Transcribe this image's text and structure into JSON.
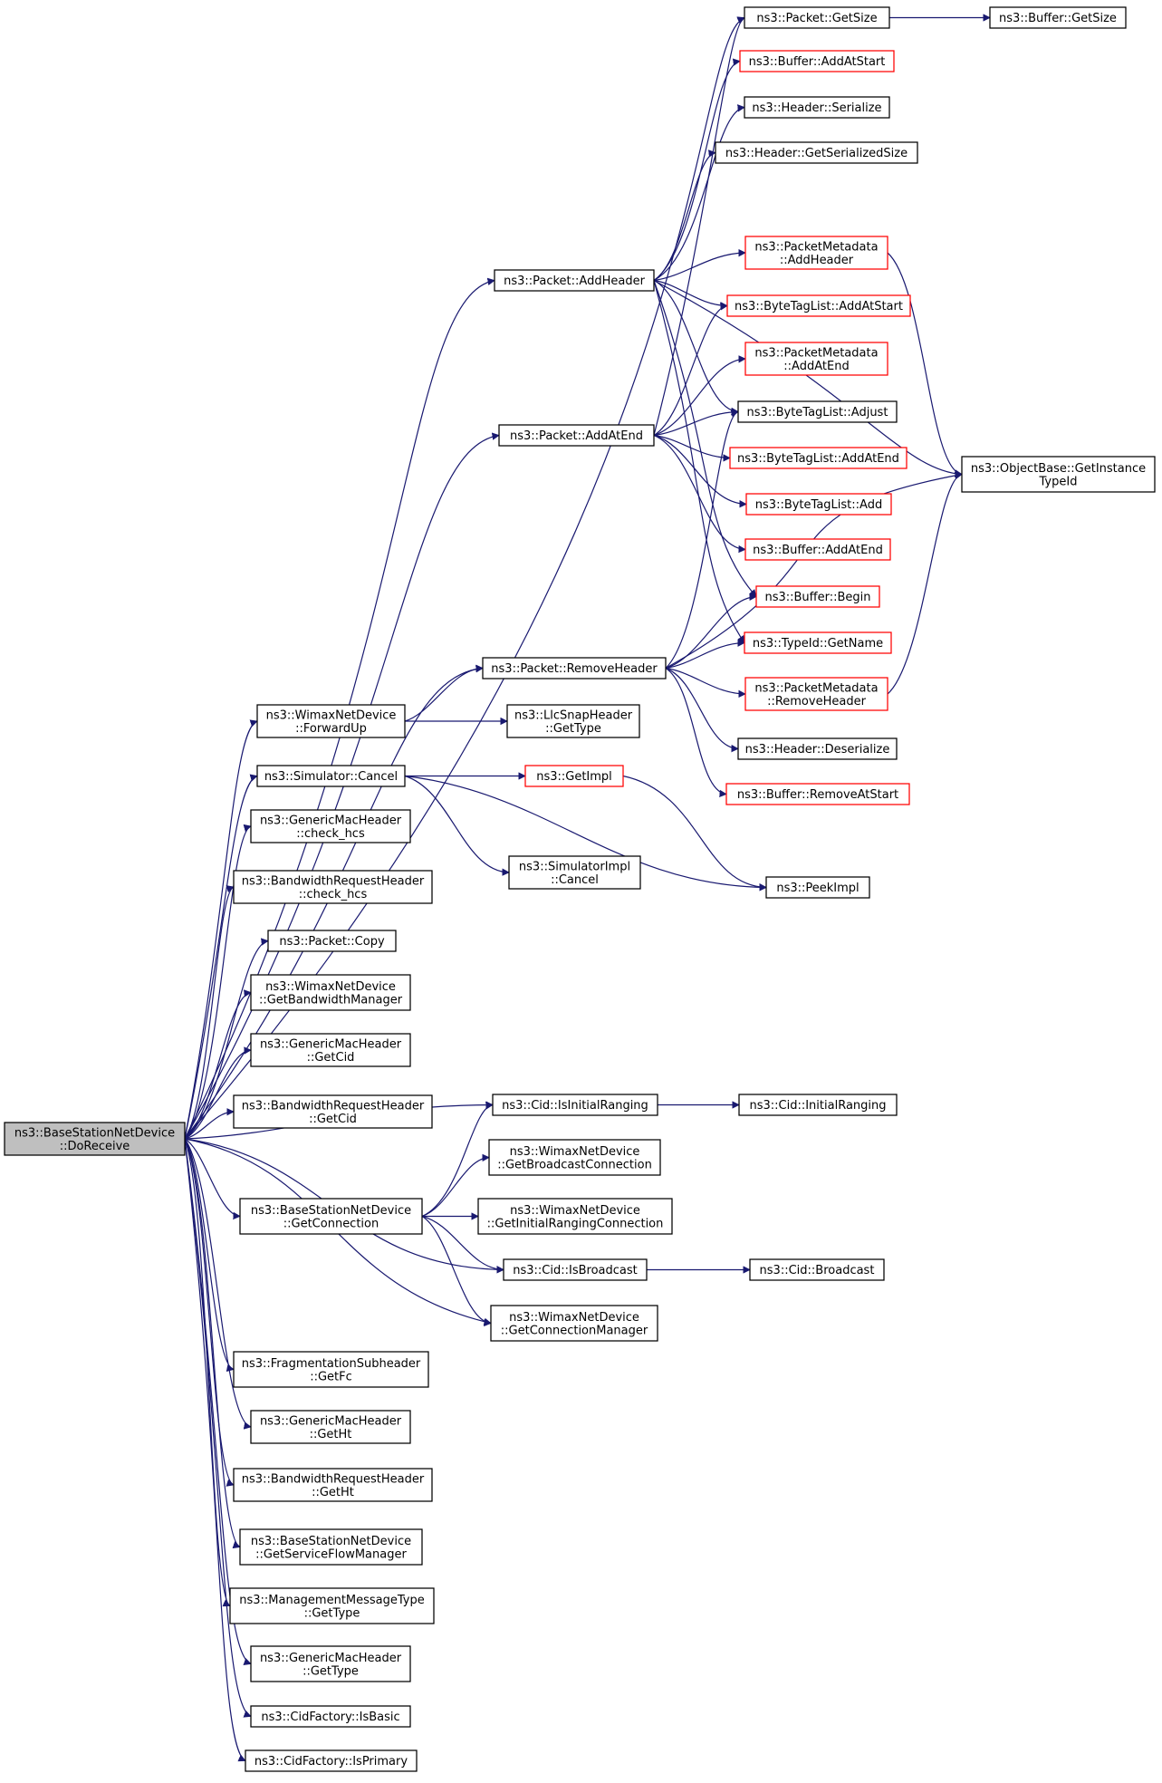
{
  "nodes": [
    {
      "id": "root",
      "lines": [
        "ns3::BaseStationNetDevice",
        "::DoReceive"
      ],
      "style": "root"
    },
    {
      "id": "packet_getsize",
      "lines": [
        "ns3::Packet::GetSize"
      ],
      "style": "black"
    },
    {
      "id": "buffer_getsize",
      "lines": [
        "ns3::Buffer::GetSize"
      ],
      "style": "black"
    },
    {
      "id": "buffer_addatstart",
      "lines": [
        "ns3::Buffer::AddAtStart"
      ],
      "style": "red"
    },
    {
      "id": "header_serialize",
      "lines": [
        "ns3::Header::Serialize"
      ],
      "style": "black"
    },
    {
      "id": "header_getserializedsize",
      "lines": [
        "ns3::Header::GetSerializedSize"
      ],
      "style": "black"
    },
    {
      "id": "pm_addheader",
      "lines": [
        "ns3::PacketMetadata",
        "::AddHeader"
      ],
      "style": "red"
    },
    {
      "id": "packet_addheader",
      "lines": [
        "ns3::Packet::AddHeader"
      ],
      "style": "black"
    },
    {
      "id": "btl_addatstart",
      "lines": [
        "ns3::ByteTagList::AddAtStart"
      ],
      "style": "red"
    },
    {
      "id": "pm_addatend",
      "lines": [
        "ns3::PacketMetadata",
        "::AddAtEnd"
      ],
      "style": "red"
    },
    {
      "id": "btl_adjust",
      "lines": [
        "ns3::ByteTagList::Adjust"
      ],
      "style": "black"
    },
    {
      "id": "packet_addatend",
      "lines": [
        "ns3::Packet::AddAtEnd"
      ],
      "style": "black"
    },
    {
      "id": "btl_addatend",
      "lines": [
        "ns3::ByteTagList::AddAtEnd"
      ],
      "style": "red"
    },
    {
      "id": "objectbase_git",
      "lines": [
        "ns3::ObjectBase::GetInstance",
        "TypeId"
      ],
      "style": "black"
    },
    {
      "id": "btl_add",
      "lines": [
        "ns3::ByteTagList::Add"
      ],
      "style": "red"
    },
    {
      "id": "buffer_addatend",
      "lines": [
        "ns3::Buffer::AddAtEnd"
      ],
      "style": "red"
    },
    {
      "id": "buffer_begin",
      "lines": [
        "ns3::Buffer::Begin"
      ],
      "style": "red"
    },
    {
      "id": "typeid_getname",
      "lines": [
        "ns3::TypeId::GetName"
      ],
      "style": "red"
    },
    {
      "id": "packet_removeheader",
      "lines": [
        "ns3::Packet::RemoveHeader"
      ],
      "style": "black"
    },
    {
      "id": "pm_removeheader",
      "lines": [
        "ns3::PacketMetadata",
        "::RemoveHeader"
      ],
      "style": "red"
    },
    {
      "id": "wnd_forwardup",
      "lines": [
        "ns3::WimaxNetDevice",
        "::ForwardUp"
      ],
      "style": "black"
    },
    {
      "id": "llcsnap_gettype",
      "lines": [
        "ns3::LlcSnapHeader",
        "::GetType"
      ],
      "style": "black"
    },
    {
      "id": "header_deserialize",
      "lines": [
        "ns3::Header::Deserialize"
      ],
      "style": "black"
    },
    {
      "id": "simulator_cancel",
      "lines": [
        "ns3::Simulator::Cancel"
      ],
      "style": "black"
    },
    {
      "id": "getimpl",
      "lines": [
        "ns3::GetImpl"
      ],
      "style": "red"
    },
    {
      "id": "buffer_removeatstart",
      "lines": [
        "ns3::Buffer::RemoveAtStart"
      ],
      "style": "red"
    },
    {
      "id": "gmh_check_hcs",
      "lines": [
        "ns3::GenericMacHeader",
        "::check_hcs"
      ],
      "style": "black"
    },
    {
      "id": "simimpl_cancel",
      "lines": [
        "ns3::SimulatorImpl",
        "::Cancel"
      ],
      "style": "black"
    },
    {
      "id": "peekimpl",
      "lines": [
        "ns3::PeekImpl"
      ],
      "style": "black"
    },
    {
      "id": "brh_check_hcs",
      "lines": [
        "ns3::BandwidthRequestHeader",
        "::check_hcs"
      ],
      "style": "black"
    },
    {
      "id": "packet_copy",
      "lines": [
        "ns3::Packet::Copy"
      ],
      "style": "black"
    },
    {
      "id": "wnd_getbwmgr",
      "lines": [
        "ns3::WimaxNetDevice",
        "::GetBandwidthManager"
      ],
      "style": "black"
    },
    {
      "id": "gmh_getcid",
      "lines": [
        "ns3::GenericMacHeader",
        "::GetCid"
      ],
      "style": "black"
    },
    {
      "id": "brh_getcid",
      "lines": [
        "ns3::BandwidthRequestHeader",
        "::GetCid"
      ],
      "style": "black"
    },
    {
      "id": "cid_isinitialranging",
      "lines": [
        "ns3::Cid::IsInitialRanging"
      ],
      "style": "black"
    },
    {
      "id": "cid_initialranging",
      "lines": [
        "ns3::Cid::InitialRanging"
      ],
      "style": "black"
    },
    {
      "id": "wnd_getbroadcastconn",
      "lines": [
        "ns3::WimaxNetDevice",
        "::GetBroadcastConnection"
      ],
      "style": "black"
    },
    {
      "id": "bsnd_getconnection",
      "lines": [
        "ns3::BaseStationNetDevice",
        "::GetConnection"
      ],
      "style": "black"
    },
    {
      "id": "wnd_getinitrangconn",
      "lines": [
        "ns3::WimaxNetDevice",
        "::GetInitialRangingConnection"
      ],
      "style": "black"
    },
    {
      "id": "cid_isbroadcast",
      "lines": [
        "ns3::Cid::IsBroadcast"
      ],
      "style": "black"
    },
    {
      "id": "cid_broadcast",
      "lines": [
        "ns3::Cid::Broadcast"
      ],
      "style": "black"
    },
    {
      "id": "wnd_getconnmgr",
      "lines": [
        "ns3::WimaxNetDevice",
        "::GetConnectionManager"
      ],
      "style": "black"
    },
    {
      "id": "fsh_getfc",
      "lines": [
        "ns3::FragmentationSubheader",
        "::GetFc"
      ],
      "style": "black"
    },
    {
      "id": "gmh_getht",
      "lines": [
        "ns3::GenericMacHeader",
        "::GetHt"
      ],
      "style": "black"
    },
    {
      "id": "brh_getht",
      "lines": [
        "ns3::BandwidthRequestHeader",
        "::GetHt"
      ],
      "style": "black"
    },
    {
      "id": "bsnd_getsfm",
      "lines": [
        "ns3::BaseStationNetDevice",
        "::GetServiceFlowManager"
      ],
      "style": "black"
    },
    {
      "id": "mmt_gettype",
      "lines": [
        "ns3::ManagementMessageType",
        "::GetType"
      ],
      "style": "black"
    },
    {
      "id": "gmh_gettype",
      "lines": [
        "ns3::GenericMacHeader",
        "::GetType"
      ],
      "style": "black"
    },
    {
      "id": "cidfactory_isbasic",
      "lines": [
        "ns3::CidFactory::IsBasic"
      ],
      "style": "black"
    },
    {
      "id": "cidfactory_isprimary",
      "lines": [
        "ns3::CidFactory::IsPrimary"
      ],
      "style": "black"
    }
  ],
  "colors": {
    "edge": "#191970",
    "root_fill": "#bfbfbf",
    "border": "#000000",
    "red_border": "#ff0000"
  }
}
